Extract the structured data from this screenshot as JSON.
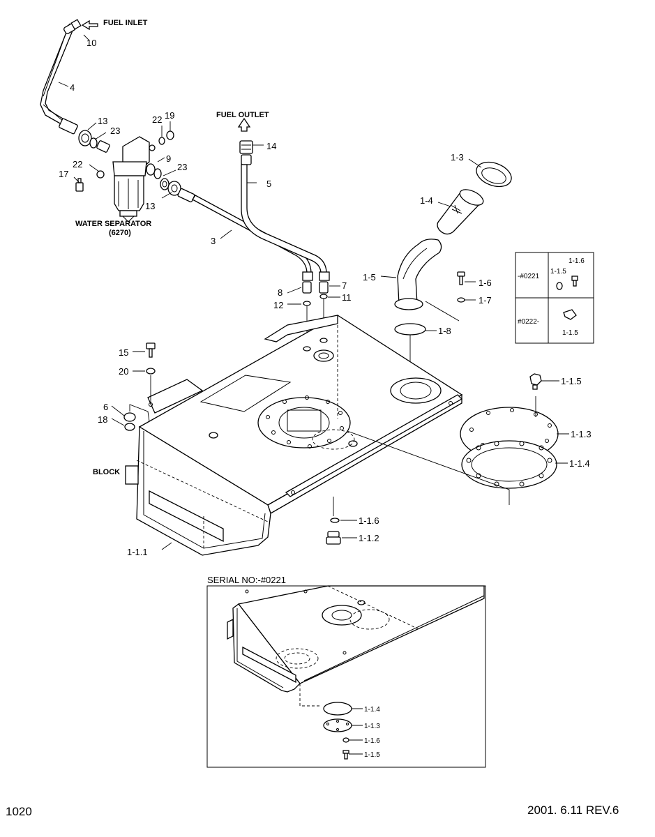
{
  "page": {
    "number": "1020",
    "revision": "2001. 6.11  REV.6"
  },
  "captions": {
    "fuel_inlet": "FUEL INLET",
    "fuel_outlet": "FUEL OUTLET",
    "water_separator": "WATER SEPARATOR",
    "water_separator_code": "(6270)",
    "block": "BLOCK",
    "serial_no": "SERIAL NO:-#0221"
  },
  "serial_table": {
    "rows": [
      {
        "serial": "-#0221",
        "parts": [
          "1-1.5",
          "1-1.6"
        ]
      },
      {
        "serial": "#0222-",
        "parts": [
          "1-1.5"
        ]
      }
    ]
  },
  "part_labels": {
    "p10": "10",
    "p4": "4",
    "p13a": "13",
    "p23a": "23",
    "p22a": "22",
    "p19": "19",
    "p22b": "22",
    "p9": "9",
    "p23b": "23",
    "p17": "17",
    "p13b": "13",
    "p3": "3",
    "p14": "14",
    "p5": "5",
    "p8": "8",
    "p7": "7",
    "p12": "12",
    "p11": "11",
    "p13_": "1-3",
    "p14_": "1-4",
    "p15_": "1-5",
    "p16_": "1-6",
    "p17_": "1-7",
    "p18_": "1-8",
    "p15": "15",
    "p20": "20",
    "p6": "6",
    "p18": "18",
    "p115": "1-1.5",
    "p113": "1-1.3",
    "p114": "1-1.4",
    "p116": "1-1.6",
    "p112": "1-1.2",
    "p111": "1-1.1",
    "i114": "1-1.4",
    "i113": "1-1.3",
    "i116": "1-1.6",
    "i115": "1-1.5"
  }
}
